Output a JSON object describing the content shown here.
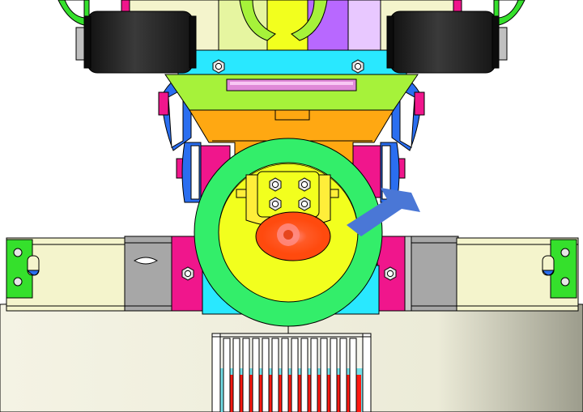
{
  "figure": {
    "kind": "cad-assembly-render",
    "view": "front-orthographic",
    "labels": []
  },
  "palette": {
    "background": "#ffffff",
    "line": "#000000",
    "base_block": "#f0eedc",
    "bracket_green": "#a6f23a",
    "orange_carriage": "#ffa812",
    "cyan_plate": "#29e8ff",
    "pulley_blue": "#2a6ef0",
    "magenta_block": "#f0168c",
    "ring_green": "#33ee6a",
    "disc_yellow": "#f2ff1e",
    "cap_yellow": "#ffee3a",
    "lens_red": "#ff4a0e",
    "rail_cream": "#f4f4cc",
    "rail_grey": "#a7a7a7",
    "end_clamp_green": "#35e02c",
    "black_roller": "#262626",
    "purple_plate": "#b868ff",
    "pink_strip": "#e08ad8",
    "arrow_blue": "#4a77d6",
    "radiator_red": "#ff1a12",
    "radiator_teal": "#74e0e8"
  },
  "callout": {
    "marker": "arrow",
    "color": "#4a77d6",
    "target": "red-lens"
  }
}
